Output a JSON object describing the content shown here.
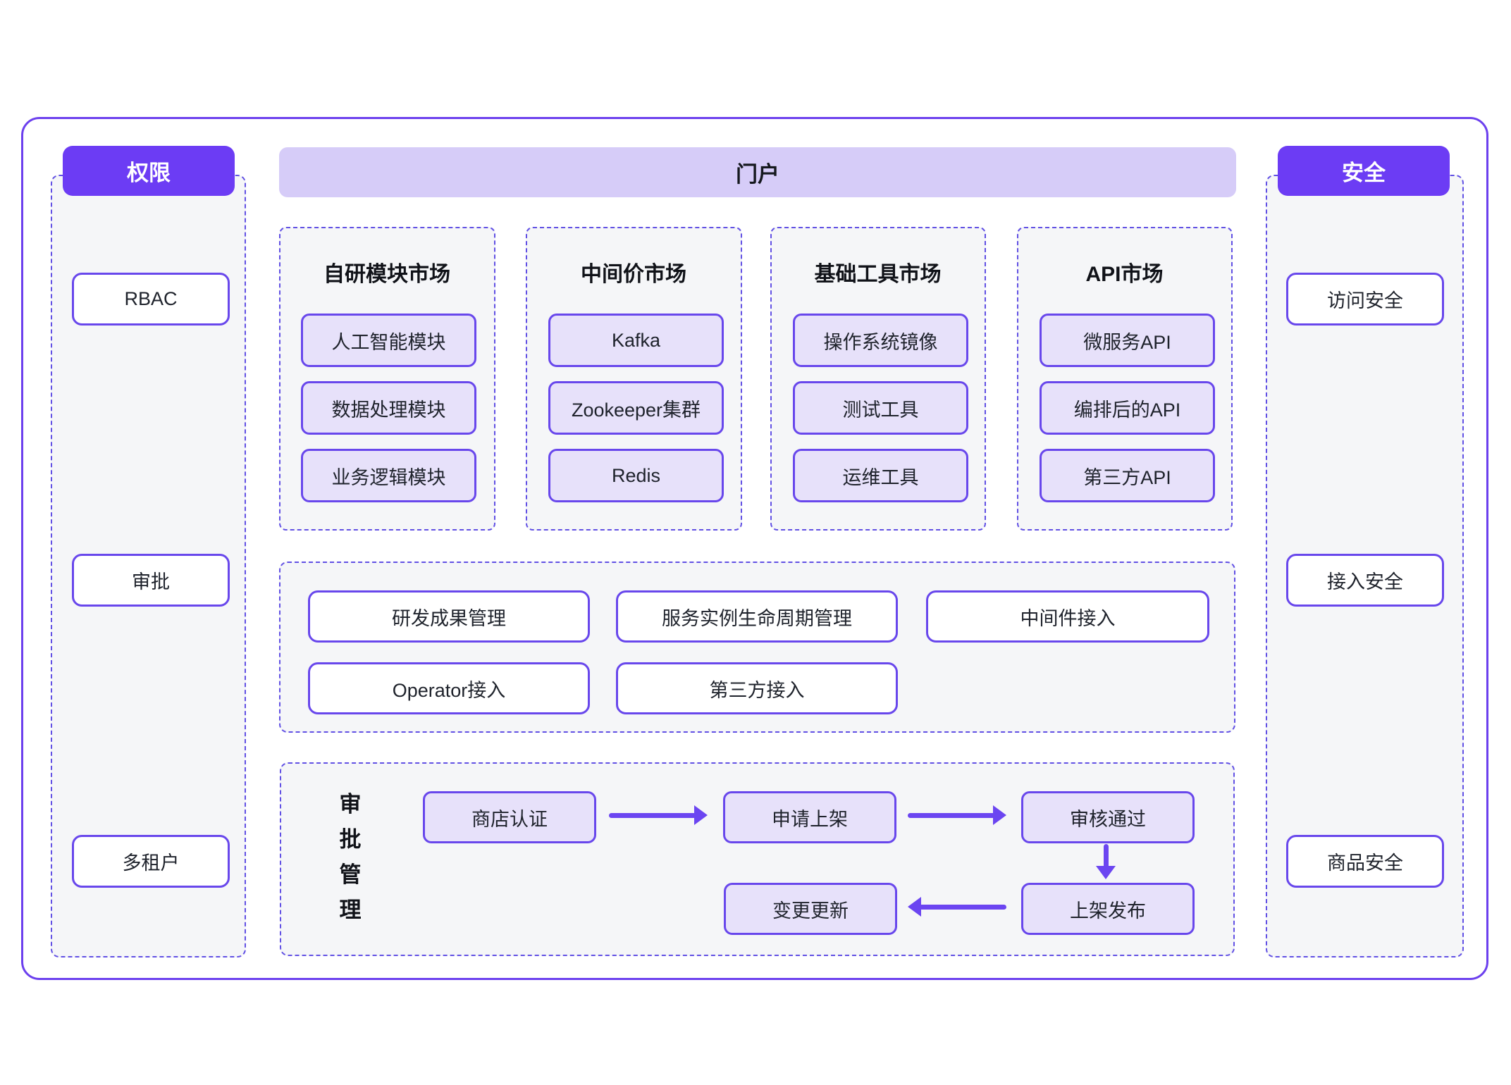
{
  "colors": {
    "accent_solid": "#6C3CF4",
    "border_purple": "#6847EC",
    "dashed_purple": "#6150E4",
    "portal_bar": "#D6CCF8",
    "chip_fill": "#E7E1FA",
    "panel_bg": "#F5F6F8",
    "arrow": "#6B45F1",
    "text_dark": "#1E222B"
  },
  "permissions": {
    "header": "权限",
    "items": [
      "RBAC",
      "审批",
      "多租户"
    ]
  },
  "portal": {
    "title": "门户",
    "markets": [
      {
        "title": "自研模块市场",
        "items": [
          "人工智能模块",
          "数据处理模块",
          "业务逻辑模块"
        ]
      },
      {
        "title": "中间价市场",
        "items": [
          "Kafka",
          "Zookeeper集群",
          "Redis"
        ]
      },
      {
        "title": "基础工具市场",
        "items": [
          "操作系统镜像",
          "测试工具",
          "运维工具"
        ]
      },
      {
        "title": "API市场",
        "items": [
          "微服务API",
          "编排后的API",
          "第三方API"
        ]
      }
    ],
    "management": {
      "row1": [
        "研发成果管理",
        "服务实例生命周期管理",
        "中间件接入"
      ],
      "row2": [
        "Operator接入",
        "第三方接入"
      ]
    },
    "approval": {
      "label": "审批管理",
      "steps": [
        "商店认证",
        "申请上架",
        "审核通过",
        "上架发布",
        "变更更新"
      ]
    }
  },
  "security": {
    "header": "安全",
    "items": [
      "访问安全",
      "接入安全",
      "商品安全"
    ]
  }
}
